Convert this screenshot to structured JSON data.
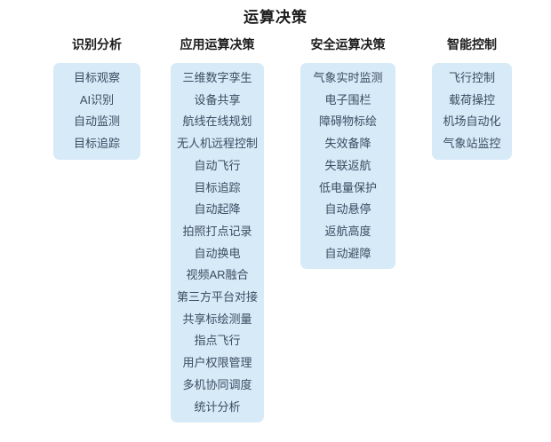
{
  "title": "运算决策",
  "colors": {
    "box_background": "#d6eaf7",
    "item_text": "#3b4d63",
    "heading_text": "#1c1c1c",
    "page_background": "#ffffff"
  },
  "columns": [
    {
      "header": "识别分析",
      "items": [
        "目标观察",
        "AI识别",
        "自动监测",
        "目标追踪"
      ]
    },
    {
      "header": "应用运算决策",
      "items": [
        "三维数字孪生",
        "设备共享",
        "航线在线规划",
        "无人机远程控制",
        "自动飞行",
        "目标追踪",
        "自动起降",
        "拍照打点记录",
        "自动换电",
        "视频AR融合",
        "第三方平台对接",
        "共享标绘测量",
        "指点飞行",
        "用户权限管理",
        "多机协同调度",
        "统计分析"
      ]
    },
    {
      "header": "安全运算决策",
      "items": [
        "气象实时监测",
        "电子围栏",
        "障碍物标绘",
        "失效备降",
        "失联返航",
        "低电量保护",
        "自动悬停",
        "返航高度",
        "自动避障"
      ]
    },
    {
      "header": "智能控制",
      "items": [
        "飞行控制",
        "载荷操控",
        "机场自动化",
        "气象站监控"
      ]
    }
  ]
}
